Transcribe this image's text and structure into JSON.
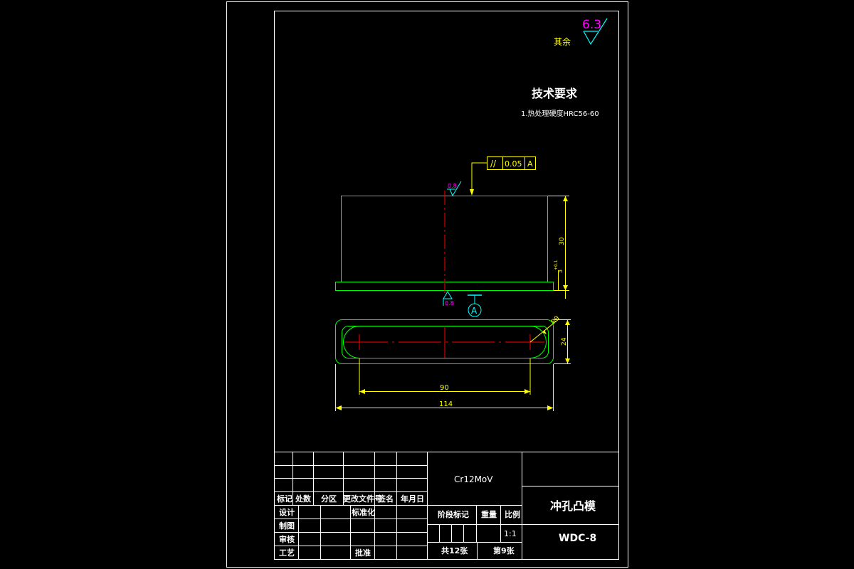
{
  "colors": {
    "background": "#000000",
    "frame": "#ffffff",
    "outline": "#00ff00",
    "centerline": "#ff0000",
    "dimension": "#ffff00",
    "roughness": "#ff00ff",
    "datum": "#00ffff"
  },
  "roughness_default": {
    "value": "6.3",
    "label": "其余"
  },
  "tech_requirements": {
    "title": "技术要求",
    "item1": "1.热处理硬度HRC56-60"
  },
  "tolerance_frame": {
    "symbol": "//",
    "value": "0.05",
    "datum": "A"
  },
  "roughness_top": "0.8",
  "roughness_bottom": "0.8",
  "datum_label": "A",
  "dimensions": {
    "height": "30",
    "flange": "3",
    "flange_extra": "+0.1",
    "radius": "R9",
    "width": "24",
    "slot_length": "90",
    "total_length": "114"
  },
  "title_block": {
    "headers": [
      "标记",
      "处数",
      "分区",
      "更改文件号",
      "签名",
      "年月日"
    ],
    "row_labels": [
      "设计",
      "制图",
      "审核",
      "工艺"
    ],
    "standardization": "标准化",
    "approve": "批准",
    "material": "Cr12MoV",
    "stage_mark": "阶段标记",
    "weight": "重量",
    "scale_label": "比例",
    "scale_value": "1:1",
    "part_name": "冲孔凸模",
    "drawing_no": "WDC-8",
    "total_sheets": "共12张",
    "sheet_no": "第9张"
  }
}
